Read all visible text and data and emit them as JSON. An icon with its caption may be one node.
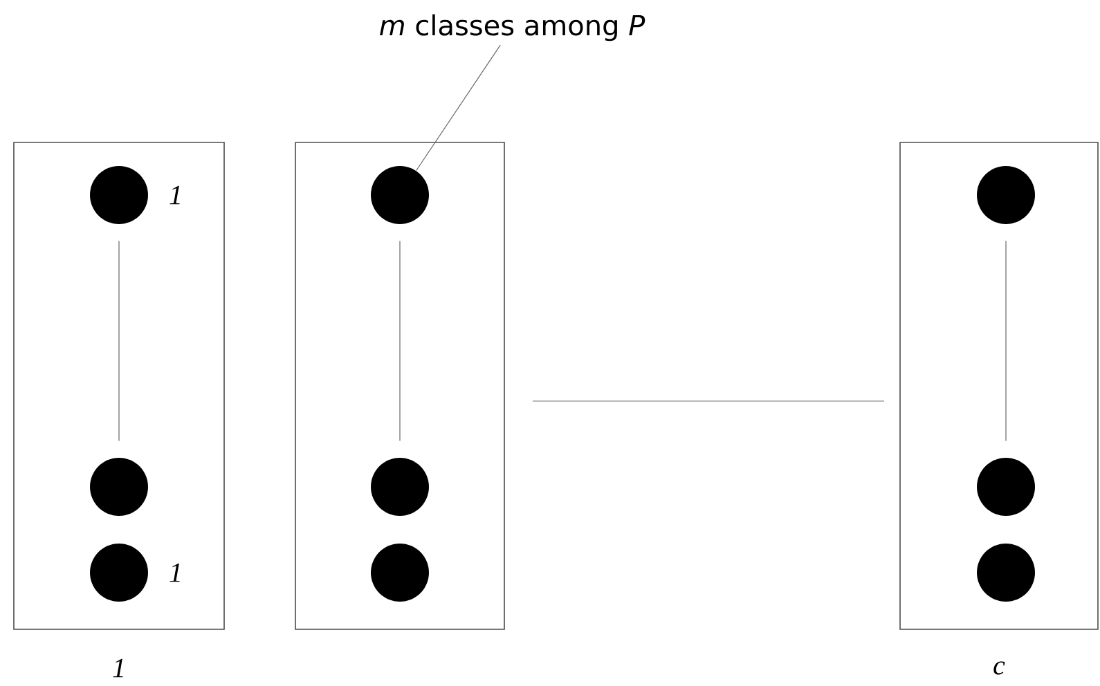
{
  "diagram": {
    "nodes": [
      {
        "text": [
          "*m* classes among *P*"
        ]
      },
      {
        "text": [],
        "shape": "box",
        "beside": [
          "1"
        ]
      },
      {
        "text": [],
        "shape": "circle",
        "in": 1,
        "beside": [
          "1"
        ]
      },
      {
        "text": [],
        "shape": "circle",
        "in": 1
      },
      {
        "text": [],
        "shape": "circle",
        "in": 1,
        "beside": [
          "1"
        ]
      },
      {
        "text": [],
        "shape": "box"
      },
      {
        "text": [],
        "shape": "circle",
        "in": 5
      },
      {
        "text": [],
        "shape": "circle",
        "in": 5
      },
      {
        "text": [],
        "shape": "circle",
        "in": 5
      },
      {
        "text": [],
        "shape": "box",
        "beside": [
          "c"
        ]
      },
      {
        "text": [],
        "shape": "circle",
        "in": 9
      },
      {
        "text": [],
        "shape": "circle",
        "in": 9
      },
      {
        "text": [],
        "shape": "circle",
        "in": 9
      }
    ],
    "edges": [
      {
        "from": 2,
        "to": 3,
        "arrow": "none"
      },
      {
        "from": 6,
        "to": 7,
        "arrow": "none"
      },
      {
        "from": 10,
        "to": 11,
        "arrow": "none"
      },
      {
        "from": 0,
        "to": 6,
        "arrow": "none"
      }
    ]
  }
}
